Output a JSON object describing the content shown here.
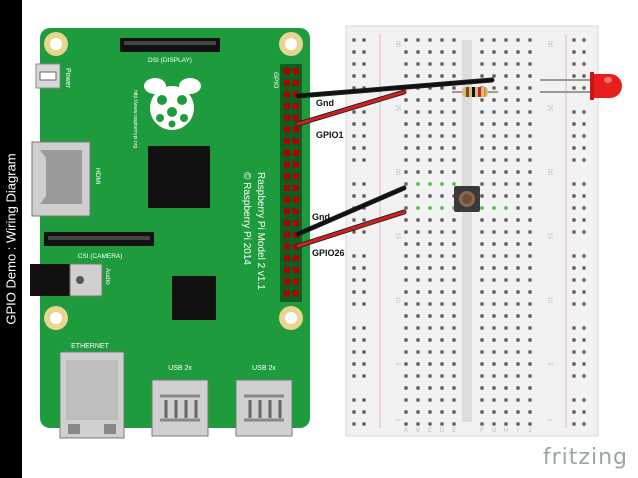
{
  "side_title": "GPIO Demo : Wiring Diagram",
  "board": {
    "top_connector": "DSI (DISPLAY)",
    "power": "Power",
    "hdmi": "HDMI",
    "csi": "CSI (CAMERA)",
    "audio": "Audio",
    "ethernet": "ETHERNET",
    "usb_left": "USB 2x",
    "usb_right": "USB 2x",
    "model": "Raspberry Pi Model 2 v1.1",
    "copyright": "© Raspberry Pi 2014",
    "gpio_header": "GPIO",
    "url": "http://www.raspberrypi.org"
  },
  "wire_labels": {
    "gnd_top": "Gnd",
    "gpio1": "GPIO1",
    "gnd_bottom": "Gnd",
    "gpio26": "GPIO26"
  },
  "breadboard": {
    "row_numbers_top": [
      "30",
      "25",
      "20",
      "15",
      "10",
      "5",
      "1"
    ],
    "row_numbers_bottom": [
      "30",
      "25",
      "20",
      "15",
      "10",
      "5",
      "1"
    ],
    "letters_left": [
      "A",
      "B",
      "C",
      "D",
      "E"
    ],
    "letters_right": [
      "F",
      "G",
      "H",
      "I",
      "J"
    ]
  },
  "brand": "fritzing",
  "colors": {
    "board": "#1e9b3c",
    "board_dark": "#177a2e",
    "breadboard": "#f2f2f2",
    "wire_red": "#d01f1f",
    "wire_black": "#111111",
    "led": "#e81d1d",
    "header": "#b00000"
  }
}
